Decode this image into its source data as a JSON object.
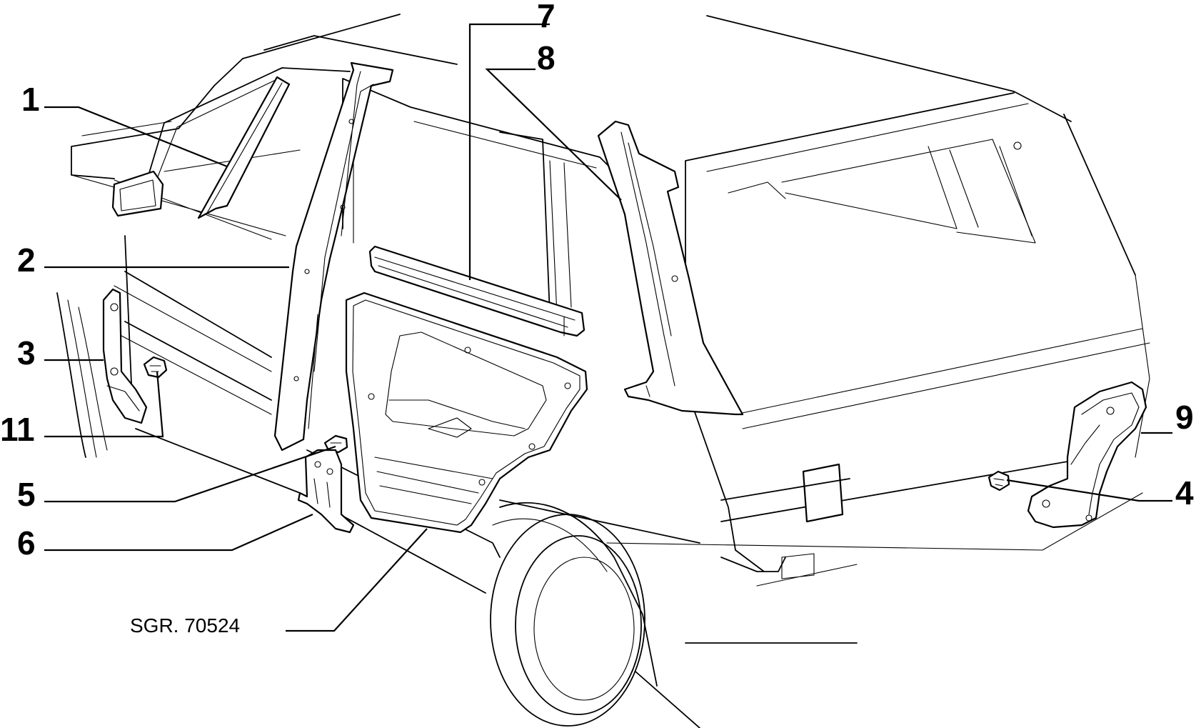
{
  "callouts": [
    {
      "id": "1",
      "label": "1"
    },
    {
      "id": "2",
      "label": "2"
    },
    {
      "id": "3",
      "label": "3"
    },
    {
      "id": "4",
      "label": "4"
    },
    {
      "id": "5",
      "label": "5"
    },
    {
      "id": "6",
      "label": "6"
    },
    {
      "id": "7",
      "label": "7"
    },
    {
      "id": "8",
      "label": "8"
    },
    {
      "id": "9",
      "label": "9"
    },
    {
      "id": "11",
      "label": "11"
    }
  ],
  "reference": "SGR. 70524"
}
